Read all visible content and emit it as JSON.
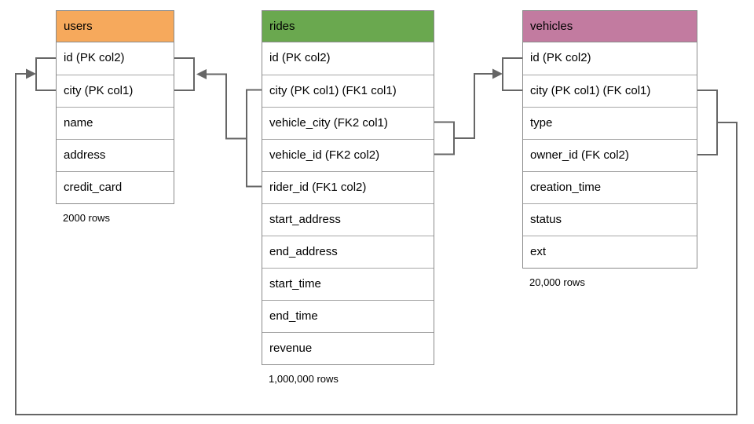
{
  "diagram": {
    "type": "database-schema",
    "colors": {
      "connector": "#666666",
      "table_border": "#8a8a8a",
      "row_divider": "#a6a6a6",
      "background": "#ffffff",
      "text": "#000000"
    },
    "tables": [
      {
        "name": "users",
        "header_color": "#f6a95c",
        "rows": [
          "id (PK col2)",
          "city (PK col1)",
          "name",
          "address",
          "credit_card"
        ],
        "caption": "2000 rows"
      },
      {
        "name": "rides",
        "header_color": "#6aa84f",
        "rows": [
          "id (PK col2)",
          "city (PK col1) (FK1 col1)",
          "vehicle_city (FK2 col1)",
          "vehicle_id (FK2 col2)",
          "rider_id (FK1 col2)",
          "start_address",
          "end_address",
          "start_time",
          "end_time",
          "revenue"
        ],
        "caption": "1,000,000 rows"
      },
      {
        "name": "vehicles",
        "header_color": "#c27ba0",
        "rows": [
          "id (PK col2)",
          "city (PK col1) (FK col1)",
          "type",
          "owner_id (FK col2)",
          "creation_time",
          "status",
          "ext"
        ],
        "caption": "20,000 rows"
      }
    ],
    "relationships": [
      {
        "from": "rides (city, rider_id)",
        "to": "users (id, city)"
      },
      {
        "from": "rides (vehicle_city, vehicle_id)",
        "to": "vehicles (id, city)"
      },
      {
        "from": "vehicles (city, owner_id)",
        "to": "users (id, city)"
      }
    ]
  }
}
